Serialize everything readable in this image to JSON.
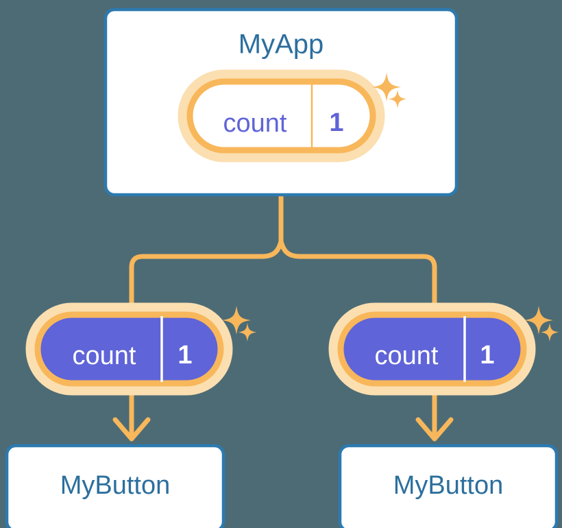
{
  "diagram": {
    "type": "component-tree",
    "background_color": "#4d6b75",
    "title_node": {
      "label": "MyApp",
      "border_color": "#2c7ab0",
      "fill_color": "#ffffff",
      "text_color": "#2c6f9e"
    },
    "state_pills": [
      {
        "id": "state-pill-root",
        "key": "count",
        "value": "1",
        "fill_color": "#ffffff",
        "border_color": "#f8b75a",
        "halo_color": "#fbdfb0",
        "text_color": "#5f64d8",
        "sparkles": 2
      },
      {
        "id": "state-pill-left",
        "key": "count",
        "value": "1",
        "fill_color": "#5f64d8",
        "border_color": "#f8b75a",
        "halo_color": "#fbdfb0",
        "text_color": "#ffffff",
        "sparkles": 2
      },
      {
        "id": "state-pill-right",
        "key": "count",
        "value": "1",
        "fill_color": "#5f64d8",
        "border_color": "#f8b75a",
        "halo_color": "#fbdfb0",
        "text_color": "#ffffff",
        "sparkles": 2
      }
    ],
    "leaf_nodes": [
      {
        "id": "leaf-node-left",
        "label": "MyButton",
        "border_color": "#2c7ab0",
        "fill_color": "#ffffff",
        "text_color": "#2c6f9e"
      },
      {
        "id": "leaf-node-right",
        "label": "MyButton",
        "border_color": "#2c7ab0",
        "fill_color": "#ffffff",
        "text_color": "#2c6f9e"
      }
    ],
    "connectors": {
      "color": "#f8b75a",
      "stroke_width": 7,
      "arrow_count": 2
    }
  }
}
